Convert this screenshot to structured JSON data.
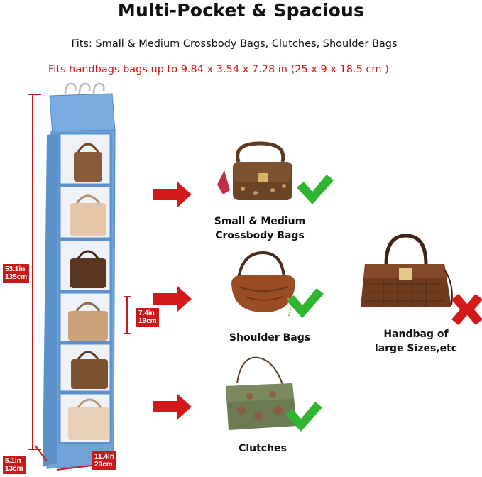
{
  "heading": {
    "title": "Multi-Pocket & Spacious",
    "fits_types": "Fits: Small & Medium Crossbody Bags, Clutches, Shoulder Bags",
    "fits_size": "Fits  handbags bags up to 9.84 x 3.54 x 7.28 in (25 x 9 x 18.5 cm )"
  },
  "organizer": {
    "height_label": "53.1in\n135cm",
    "pocket_label": "7.4in\n19cm",
    "width_label": "11.4in\n29cm",
    "depth_label": "5.1in\n13cm"
  },
  "bag_types": [
    {
      "label": "Small & Medium\nCrossbody Bags",
      "icon": "check-icon"
    },
    {
      "label": "Shoulder Bags",
      "icon": "check-icon"
    },
    {
      "label": "Clutches",
      "icon": "check-icon"
    }
  ],
  "not_fit": {
    "label": "Handbag of\nlarge Sizes,etc",
    "icon": "cross-icon"
  },
  "colors": {
    "accent_red": "#c81a1a",
    "check_green": "#2fb52f",
    "organizer_blue": "#6fa3d6"
  }
}
